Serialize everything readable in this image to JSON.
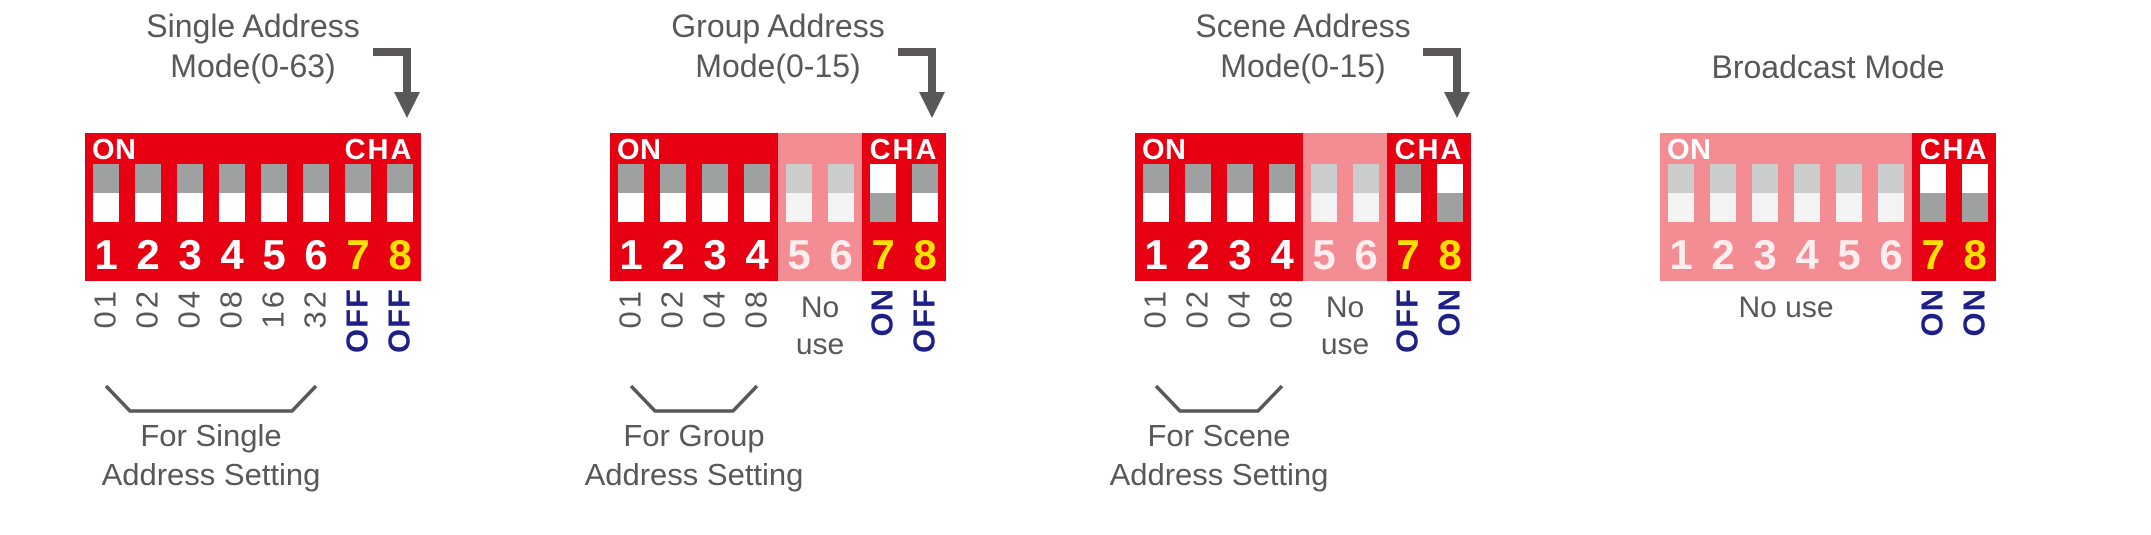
{
  "colors": {
    "body_red": "#e60012",
    "track_gray": "#9fa0a0",
    "slider_white": "#ffffff",
    "number_yellow": "#ffe100",
    "label_blue": "#1d2088",
    "text_gray": "#595757"
  },
  "panels": [
    {
      "id": "single-address-mode",
      "title_lines": [
        "Single Address",
        "Mode(0-63)"
      ],
      "has_arrow": true,
      "on_label": "ON",
      "cha_label": "CHA",
      "switches": [
        {
          "num": "1",
          "state": "off",
          "faded": false,
          "channel": false
        },
        {
          "num": "2",
          "state": "off",
          "faded": false,
          "channel": false
        },
        {
          "num": "3",
          "state": "off",
          "faded": false,
          "channel": false
        },
        {
          "num": "4",
          "state": "off",
          "faded": false,
          "channel": false
        },
        {
          "num": "5",
          "state": "off",
          "faded": false,
          "channel": false
        },
        {
          "num": "6",
          "state": "off",
          "faded": false,
          "channel": false
        },
        {
          "num": "7",
          "state": "off",
          "faded": false,
          "channel": true
        },
        {
          "num": "8",
          "state": "off",
          "faded": false,
          "channel": true
        }
      ],
      "value_labels": [
        {
          "col": 1,
          "text": "01"
        },
        {
          "col": 2,
          "text": "02"
        },
        {
          "col": 3,
          "text": "04"
        },
        {
          "col": 4,
          "text": "08"
        },
        {
          "col": 5,
          "text": "16"
        },
        {
          "col": 6,
          "text": "32"
        }
      ],
      "state_labels": [
        {
          "col": 7,
          "text": "OFF"
        },
        {
          "col": 8,
          "text": "OFF"
        }
      ],
      "no_use": null,
      "bracket": {
        "from_col": 1,
        "to_col": 6,
        "caption_lines": [
          "For Single",
          "Address Setting"
        ]
      }
    },
    {
      "id": "group-address-mode",
      "title_lines": [
        "Group Address",
        "Mode(0-15)"
      ],
      "has_arrow": true,
      "on_label": "ON",
      "cha_label": "CHA",
      "switches": [
        {
          "num": "1",
          "state": "off",
          "faded": false,
          "channel": false
        },
        {
          "num": "2",
          "state": "off",
          "faded": false,
          "channel": false
        },
        {
          "num": "3",
          "state": "off",
          "faded": false,
          "channel": false
        },
        {
          "num": "4",
          "state": "off",
          "faded": false,
          "channel": false
        },
        {
          "num": "5",
          "state": "off",
          "faded": true,
          "channel": false
        },
        {
          "num": "6",
          "state": "off",
          "faded": true,
          "channel": false
        },
        {
          "num": "7",
          "state": "on",
          "faded": false,
          "channel": true
        },
        {
          "num": "8",
          "state": "off",
          "faded": false,
          "channel": true
        }
      ],
      "value_labels": [
        {
          "col": 1,
          "text": "01"
        },
        {
          "col": 2,
          "text": "02"
        },
        {
          "col": 3,
          "text": "04"
        },
        {
          "col": 4,
          "text": "08"
        }
      ],
      "state_labels": [
        {
          "col": 7,
          "text": "ON"
        },
        {
          "col": 8,
          "text": "OFF"
        }
      ],
      "no_use": {
        "from_col": 5,
        "to_col": 6,
        "lines": [
          "No",
          "use"
        ]
      },
      "bracket": {
        "from_col": 1,
        "to_col": 4,
        "caption_lines": [
          "For Group",
          "Address Setting"
        ]
      }
    },
    {
      "id": "scene-address-mode",
      "title_lines": [
        "Scene Address",
        "Mode(0-15)"
      ],
      "has_arrow": true,
      "on_label": "ON",
      "cha_label": "CHA",
      "switches": [
        {
          "num": "1",
          "state": "off",
          "faded": false,
          "channel": false
        },
        {
          "num": "2",
          "state": "off",
          "faded": false,
          "channel": false
        },
        {
          "num": "3",
          "state": "off",
          "faded": false,
          "channel": false
        },
        {
          "num": "4",
          "state": "off",
          "faded": false,
          "channel": false
        },
        {
          "num": "5",
          "state": "off",
          "faded": true,
          "channel": false
        },
        {
          "num": "6",
          "state": "off",
          "faded": true,
          "channel": false
        },
        {
          "num": "7",
          "state": "off",
          "faded": false,
          "channel": true
        },
        {
          "num": "8",
          "state": "on",
          "faded": false,
          "channel": true
        }
      ],
      "value_labels": [
        {
          "col": 1,
          "text": "01"
        },
        {
          "col": 2,
          "text": "02"
        },
        {
          "col": 3,
          "text": "04"
        },
        {
          "col": 4,
          "text": "08"
        }
      ],
      "state_labels": [
        {
          "col": 7,
          "text": "OFF"
        },
        {
          "col": 8,
          "text": "ON"
        }
      ],
      "no_use": {
        "from_col": 5,
        "to_col": 6,
        "lines": [
          "No",
          "use"
        ]
      },
      "bracket": {
        "from_col": 1,
        "to_col": 4,
        "caption_lines": [
          "For Scene",
          "Address Setting"
        ]
      }
    },
    {
      "id": "broadcast-mode",
      "title_lines": [
        "Broadcast Mode"
      ],
      "has_arrow": false,
      "on_label": "ON",
      "cha_label": "CHA",
      "switches": [
        {
          "num": "1",
          "state": "off",
          "faded": true,
          "channel": false
        },
        {
          "num": "2",
          "state": "off",
          "faded": true,
          "channel": false
        },
        {
          "num": "3",
          "state": "off",
          "faded": true,
          "channel": false
        },
        {
          "num": "4",
          "state": "off",
          "faded": true,
          "channel": false
        },
        {
          "num": "5",
          "state": "off",
          "faded": true,
          "channel": false
        },
        {
          "num": "6",
          "state": "off",
          "faded": true,
          "channel": false
        },
        {
          "num": "7",
          "state": "on",
          "faded": false,
          "channel": true
        },
        {
          "num": "8",
          "state": "on",
          "faded": false,
          "channel": true
        }
      ],
      "value_labels": [],
      "state_labels": [
        {
          "col": 7,
          "text": "ON"
        },
        {
          "col": 8,
          "text": "ON"
        }
      ],
      "no_use": {
        "from_col": 1,
        "to_col": 6,
        "lines": [
          "No use"
        ]
      },
      "bracket": null
    }
  ]
}
